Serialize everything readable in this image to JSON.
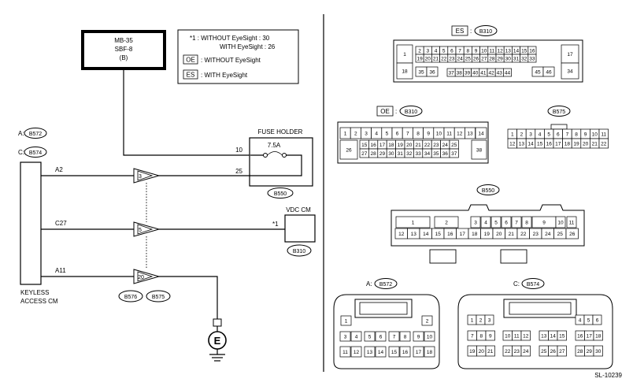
{
  "source_box": {
    "line1": "MB-35",
    "line2": "SBF-8",
    "line3": "(B)"
  },
  "legend": {
    "note1_prefix": "*1 : WITHOUT EyeSight : 30",
    "note1_second": "WITH EyeSight : 26",
    "oe_tag": "OE",
    "oe_text": ": WITHOUT EyeSight",
    "es_tag": "ES",
    "es_text": ": WITH EyeSight"
  },
  "fuse_holder": {
    "title": "FUSE HOLDER",
    "rating": "7.5A",
    "pin_in": "10",
    "pin_out": "25",
    "connector": "B550"
  },
  "keyless": {
    "label_a": "A:",
    "conn_a": "B572",
    "label_c": "C:",
    "conn_c": "B574",
    "name_line1": "KEYLESS",
    "name_line2": "ACCESS CM"
  },
  "wires": {
    "a2": "A2",
    "c27": "C27",
    "a11": "A11"
  },
  "joints": {
    "j1": "3",
    "j2": "5",
    "j3": "20",
    "conn1": "B576",
    "conn2": "B575"
  },
  "vdc": {
    "name": "VDC CM",
    "pin": "*1",
    "connector": "B310"
  },
  "ground": {
    "symbol": "E"
  },
  "connectors": {
    "es_b310": {
      "tag": "ES",
      "name": "B310",
      "left_top": "1",
      "left_bottom": "18",
      "right_top": "17",
      "right_bottom": "34",
      "row1": [
        "2",
        "3",
        "4",
        "5",
        "6",
        "7",
        "8",
        "9",
        "10",
        "11",
        "12",
        "13",
        "14",
        "15",
        "16"
      ],
      "row2": [
        "19",
        "20",
        "21",
        "22",
        "23",
        "24",
        "25",
        "26",
        "27",
        "28",
        "29",
        "30",
        "31",
        "32",
        "33"
      ],
      "row3a": [
        "35",
        "36"
      ],
      "row3b": [
        "37",
        "38",
        "39",
        "40",
        "41",
        "42",
        "43",
        "44"
      ],
      "row3c": [
        "45",
        "46"
      ]
    },
    "oe_b310": {
      "tag": "OE",
      "name": "B310",
      "row1": [
        "1",
        "2",
        "3",
        "4",
        "5",
        "6",
        "7",
        "8",
        "9",
        "10",
        "11",
        "12",
        "13"
      ],
      "right_top": "14",
      "left_bottom": "26",
      "right_bottom": "38",
      "row2": [
        "15",
        "16",
        "17",
        "18",
        "19",
        "20",
        "21",
        "22",
        "23",
        "24",
        "25"
      ],
      "row3": [
        "27",
        "28",
        "29",
        "30",
        "31",
        "32",
        "33",
        "34",
        "35",
        "36",
        "37"
      ]
    },
    "b575": {
      "name": "B575",
      "row1": [
        "1",
        "2",
        "3",
        "4",
        "5",
        "6",
        "7",
        "8",
        "9",
        "10",
        "11"
      ],
      "row2": [
        "12",
        "13",
        "14",
        "15",
        "16",
        "17",
        "18",
        "19",
        "20",
        "21",
        "22"
      ]
    },
    "b550": {
      "name": "B550",
      "top": [
        "1",
        "2",
        "3",
        "4",
        "5",
        "6",
        "7",
        "8",
        "9",
        "10",
        "11"
      ],
      "bottom": [
        "12",
        "13",
        "14",
        "15",
        "16",
        "17",
        "18",
        "19",
        "20",
        "21",
        "22",
        "23",
        "24",
        "25",
        "26"
      ]
    },
    "b572": {
      "label": "A:",
      "name": "B572",
      "r1": [
        "1",
        "2"
      ],
      "r2": [
        "3",
        "4",
        "5",
        "6",
        "7",
        "8",
        "9",
        "10"
      ],
      "r3": [
        "11",
        "12",
        "13",
        "14",
        "15",
        "16",
        "17",
        "18"
      ]
    },
    "b574": {
      "label": "C:",
      "name": "B574",
      "r1a": [
        "1",
        "2",
        "3"
      ],
      "r1b": [
        "4",
        "5",
        "6"
      ],
      "r2": [
        "7",
        "8",
        "9",
        "10",
        "11",
        "12",
        "13",
        "14",
        "15",
        "16",
        "17",
        "18"
      ],
      "r3": [
        "19",
        "20",
        "21",
        "22",
        "23",
        "24",
        "25",
        "26",
        "27",
        "28",
        "29",
        "30"
      ]
    }
  },
  "footer": {
    "code": "SL-10239"
  }
}
